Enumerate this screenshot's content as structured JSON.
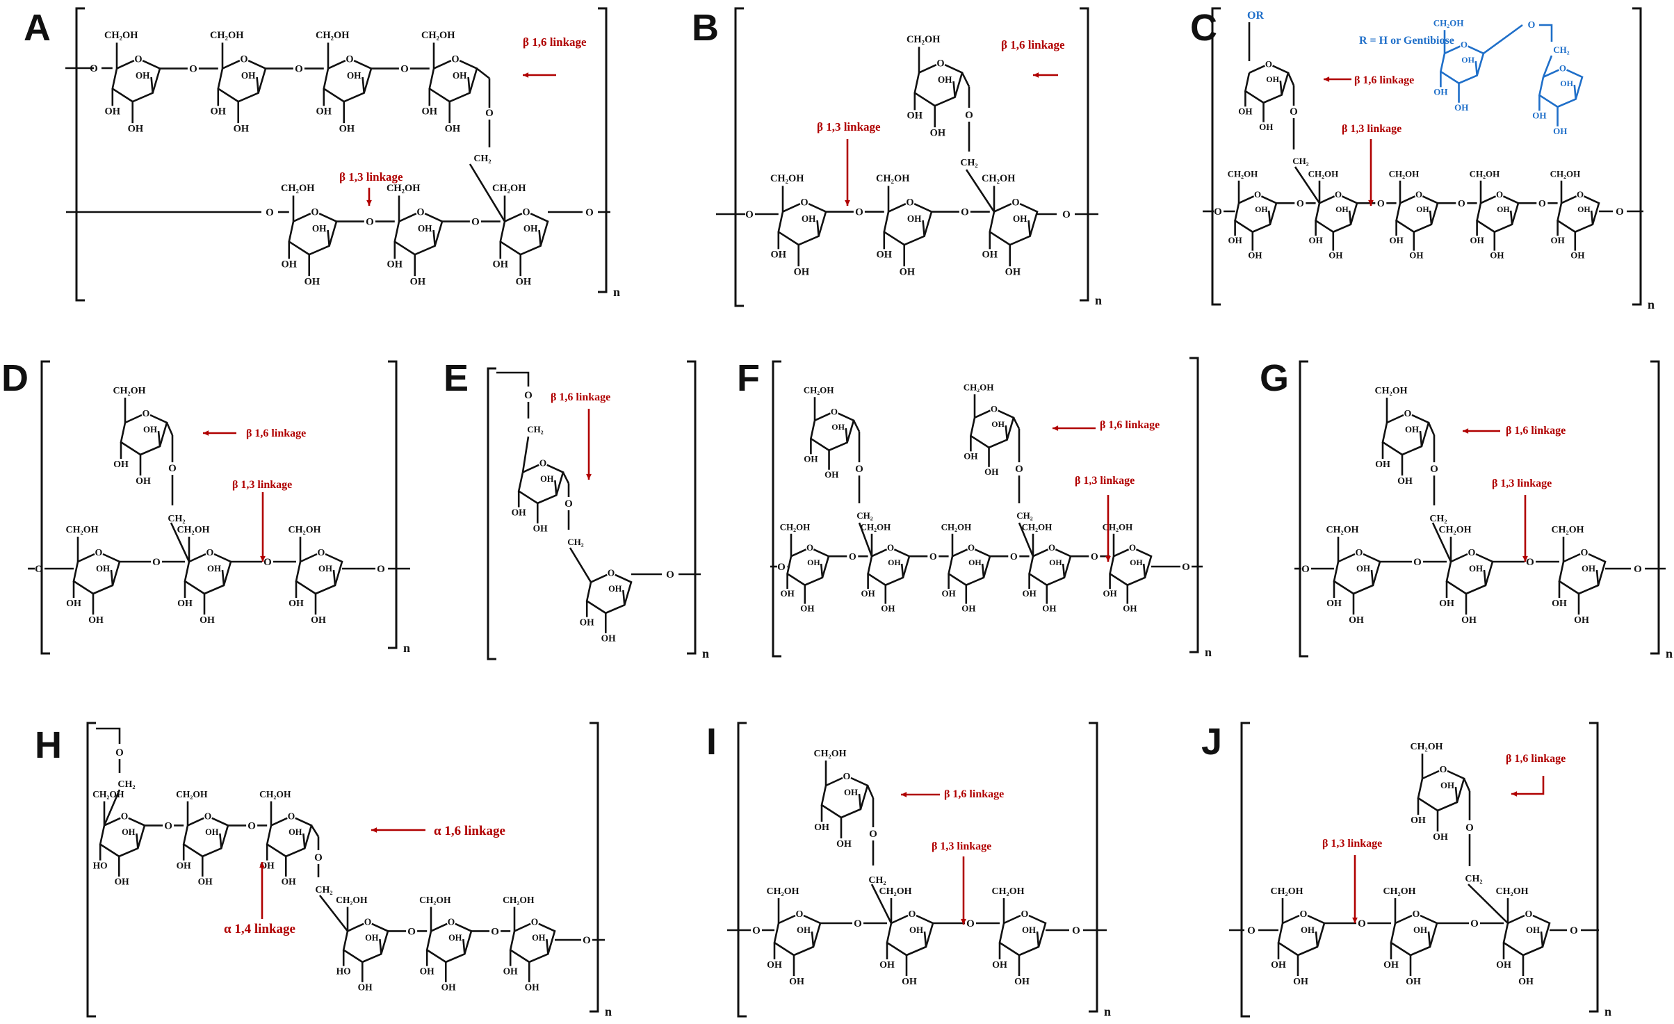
{
  "panels": {
    "A": {
      "letter": "A",
      "l16": "β 1,6 linkage",
      "l13": "β 1,3 linkage"
    },
    "B": {
      "letter": "B",
      "l16": "β 1,6 linkage",
      "l13": "β 1,3 linkage"
    },
    "C": {
      "letter": "C",
      "l16": "β 1,6 linkage",
      "l13": "β 1,3 linkage",
      "r_def": "R = H or Gentibiose",
      "or": "OR"
    },
    "D": {
      "letter": "D",
      "l16": "β 1,6 linkage",
      "l13": "β 1,3 linkage"
    },
    "E": {
      "letter": "E",
      "l16": "β 1,6 linkage"
    },
    "F": {
      "letter": "F",
      "l16": "β 1,6 linkage",
      "l13": "β 1,3 linkage"
    },
    "G": {
      "letter": "G",
      "l16": "β 1,6 linkage",
      "l13": "β 1,3 linkage"
    },
    "H": {
      "letter": "H",
      "a16": "α 1,6 linkage",
      "a14": "α 1,4 linkage"
    },
    "I": {
      "letter": "I",
      "l16": "β 1,6 linkage",
      "l13": "β 1,3 linkage"
    },
    "J": {
      "letter": "J",
      "l16": "β 1,6 linkage",
      "l13": "β 1,3 linkage"
    }
  },
  "atoms": {
    "ch2oh": "CH₂OH",
    "oh": "OH",
    "ho": "HO",
    "o": "O",
    "ch2": "CH₂",
    "n": "n"
  },
  "colors": {
    "text": "#111111",
    "linkage": "#b00000",
    "substituent": "#1f6fc9"
  }
}
